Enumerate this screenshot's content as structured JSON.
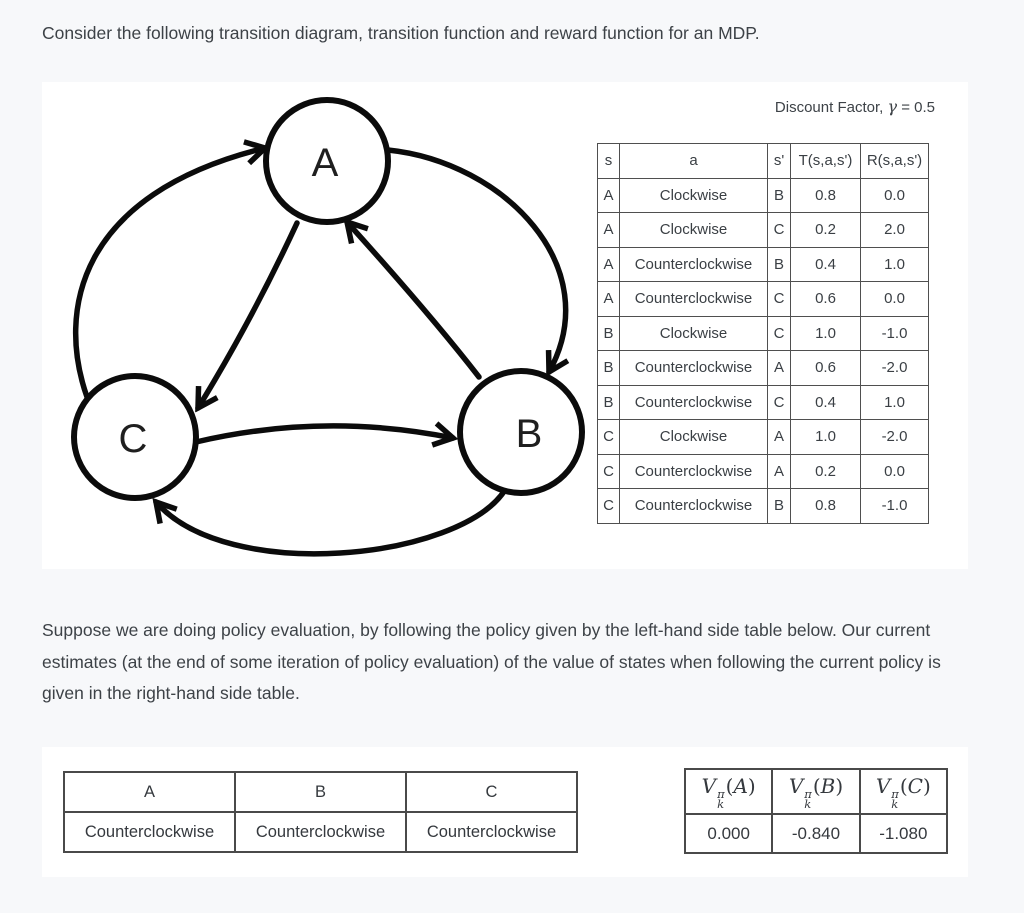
{
  "page": {
    "title": "Consider the following transition diagram, transition function and reward function for an MDP.",
    "paragraph": "Suppose we are doing policy evaluation, by following the policy given by the left-hand side table below. Our current estimates (at the end of some iteration of policy evaluation) of the value of states when following the current policy is given in the right-hand side table.",
    "background_color": "#f7f8fa",
    "panel_color": "#ffffff"
  },
  "diagram": {
    "stroke_color": "#0b0b0b",
    "states": [
      {
        "id": "A",
        "label": "A"
      },
      {
        "id": "B",
        "label": "B"
      },
      {
        "id": "C",
        "label": "C"
      }
    ],
    "edges": [
      {
        "from": "C",
        "to": "A",
        "style": "outer-arc"
      },
      {
        "from": "A",
        "to": "B",
        "style": "outer-arc"
      },
      {
        "from": "B",
        "to": "C",
        "style": "outer-arc"
      },
      {
        "from": "A",
        "to": "C",
        "style": "inner"
      },
      {
        "from": "B",
        "to": "A",
        "style": "inner"
      },
      {
        "from": "C",
        "to": "B",
        "style": "inner"
      }
    ]
  },
  "discount": {
    "prefix": "Discount Factor,",
    "gamma": "γ",
    "suffix": "= 0.5"
  },
  "transition_table": {
    "headers": [
      "s",
      "a",
      "s'",
      "T(s,a,s')",
      "R(s,a,s')"
    ],
    "rows": [
      [
        "A",
        "Clockwise",
        "B",
        "0.8",
        "0.0"
      ],
      [
        "A",
        "Clockwise",
        "C",
        "0.2",
        "2.0"
      ],
      [
        "A",
        "Counterclockwise",
        "B",
        "0.4",
        "1.0"
      ],
      [
        "A",
        "Counterclockwise",
        "C",
        "0.6",
        "0.0"
      ],
      [
        "B",
        "Clockwise",
        "C",
        "1.0",
        "-1.0"
      ],
      [
        "B",
        "Counterclockwise",
        "A",
        "0.6",
        "-2.0"
      ],
      [
        "B",
        "Counterclockwise",
        "C",
        "0.4",
        "1.0"
      ],
      [
        "C",
        "Clockwise",
        "A",
        "1.0",
        "-2.0"
      ],
      [
        "C",
        "Counterclockwise",
        "A",
        "0.2",
        "0.0"
      ],
      [
        "C",
        "Counterclockwise",
        "B",
        "0.8",
        "-1.0"
      ]
    ]
  },
  "policy_table": {
    "headers": [
      "A",
      "B",
      "C"
    ],
    "row": [
      "Counterclockwise",
      "Counterclockwise",
      "Counterclockwise"
    ]
  },
  "value_table": {
    "headers": [
      {
        "base": "V",
        "sup": "π",
        "sub": "k",
        "arg": "A"
      },
      {
        "base": "V",
        "sup": "π",
        "sub": "k",
        "arg": "B"
      },
      {
        "base": "V",
        "sup": "π",
        "sub": "k",
        "arg": "C"
      }
    ],
    "values": [
      "0.000",
      "-0.840",
      "-1.080"
    ]
  }
}
